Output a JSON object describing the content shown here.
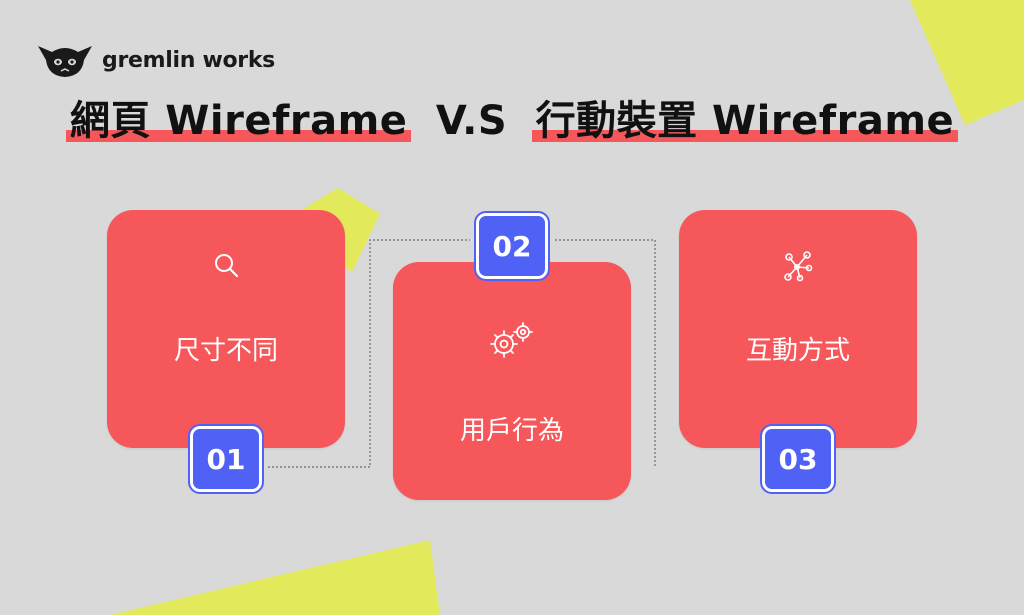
{
  "brand": {
    "name": "gremlin works",
    "logo_icon": "gremlin-mascot-icon"
  },
  "title": {
    "part1": "網頁 Wireframe",
    "middle": "V.S",
    "part2": "行動裝置 Wireframe"
  },
  "cards": [
    {
      "number": "01",
      "label": "尺寸不同",
      "icon": "search-icon"
    },
    {
      "number": "02",
      "label": "用戶行為",
      "icon": "gears-icon"
    },
    {
      "number": "03",
      "label": "互動方式",
      "icon": "network-icon"
    }
  ],
  "colors": {
    "background": "#d9d9d9",
    "card": "#f5575a",
    "badge": "#4f62f5",
    "accent_shape": "#e2ea5c",
    "highlight": "#f5575a"
  }
}
